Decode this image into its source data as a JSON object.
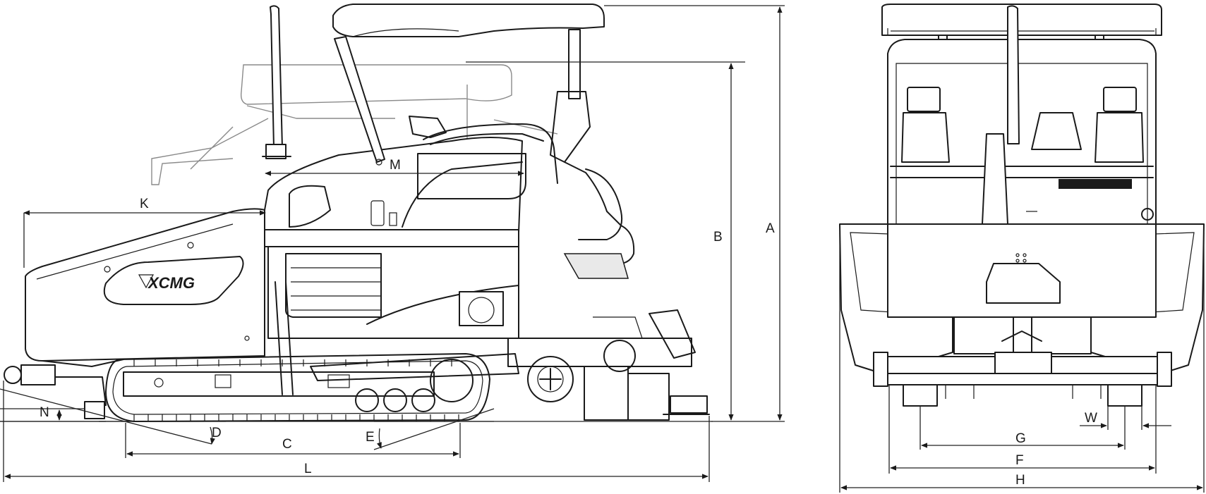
{
  "brand_logo": "XCMG",
  "side_view": {
    "dimension_labels": {
      "A": "A",
      "B": "B",
      "C": "C",
      "D": "D",
      "E": "E",
      "K": "K",
      "L": "L",
      "M": "M",
      "N": "N"
    }
  },
  "rear_view": {
    "dimension_labels": {
      "F": "F",
      "G": "G",
      "H": "H",
      "W": "W"
    }
  }
}
